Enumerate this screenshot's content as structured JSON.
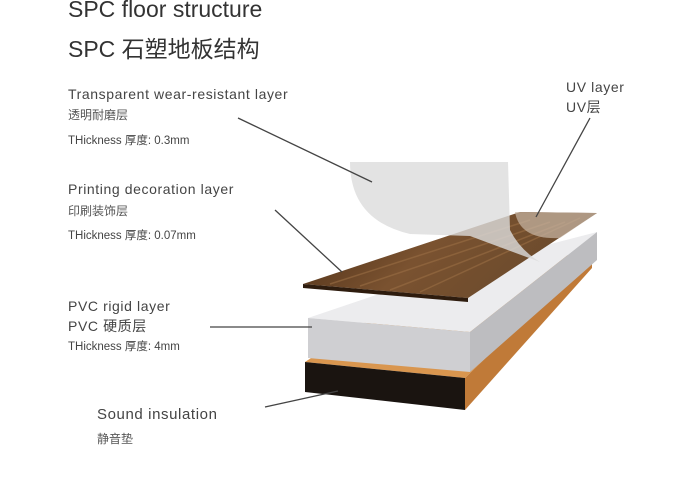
{
  "title": {
    "en": "SPC floor structure",
    "cn": "SPC 石塑地板结构"
  },
  "layers": [
    {
      "name": "Transparent wear-resistant layer",
      "cn": "透明耐磨层",
      "thickness": "THickness 厚度: 0.3mm"
    },
    {
      "name": "Printing decoration layer",
      "cn": "印刷装饰层",
      "thickness": "THickness 厚度: 0.07mm"
    },
    {
      "name": "PVC rigid  layer",
      "cn": "PVC 硬质层",
      "thickness": "THickness 厚度: 4mm"
    },
    {
      "name": "Sound insulation",
      "cn": "静音垫"
    },
    {
      "name": "UV layer",
      "cn": "UV层"
    }
  ],
  "colors": {
    "wood": "#6b4424",
    "pvc": "#d8d8da",
    "cork": "#d9964f",
    "base": "#1a1410",
    "film": "#dcdcdc"
  }
}
